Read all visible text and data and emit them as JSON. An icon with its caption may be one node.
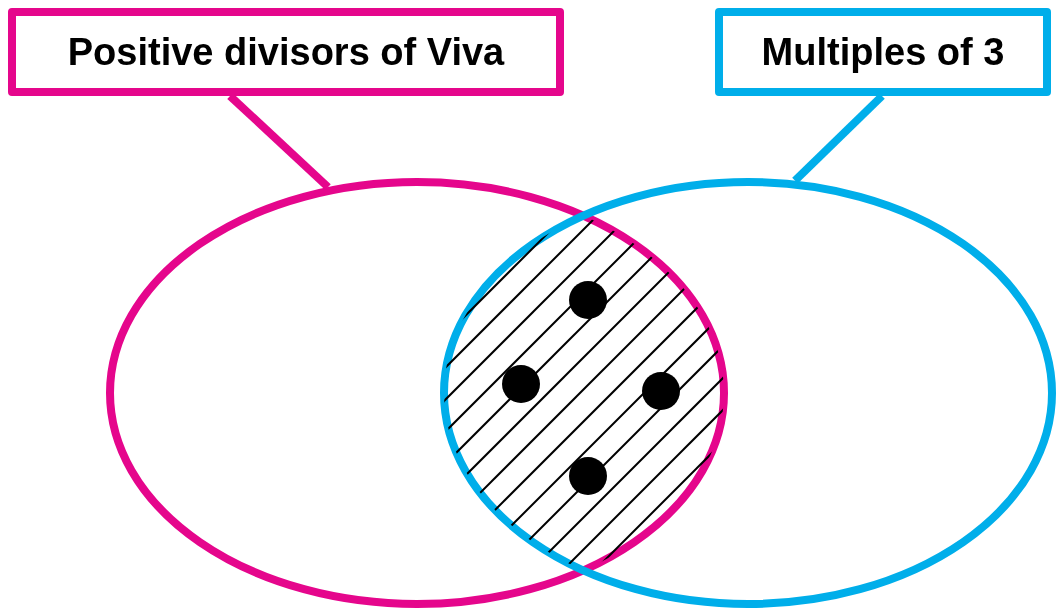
{
  "diagram": {
    "nodes": [
      {
        "text": [
          "Positive divisors of Viva"
        ]
      },
      {
        "text": [
          "Multiples of 3"
        ]
      },
      {
        "text": [],
        "shape": "ellipse"
      },
      {
        "text": [],
        "shape": "ellipse"
      }
    ],
    "edges": [
      {
        "from": 0,
        "to": 2,
        "arrow": "none",
        "color": "#e5068c"
      },
      {
        "from": 1,
        "to": 3,
        "arrow": "none",
        "color": "#00aeea"
      }
    ]
  }
}
